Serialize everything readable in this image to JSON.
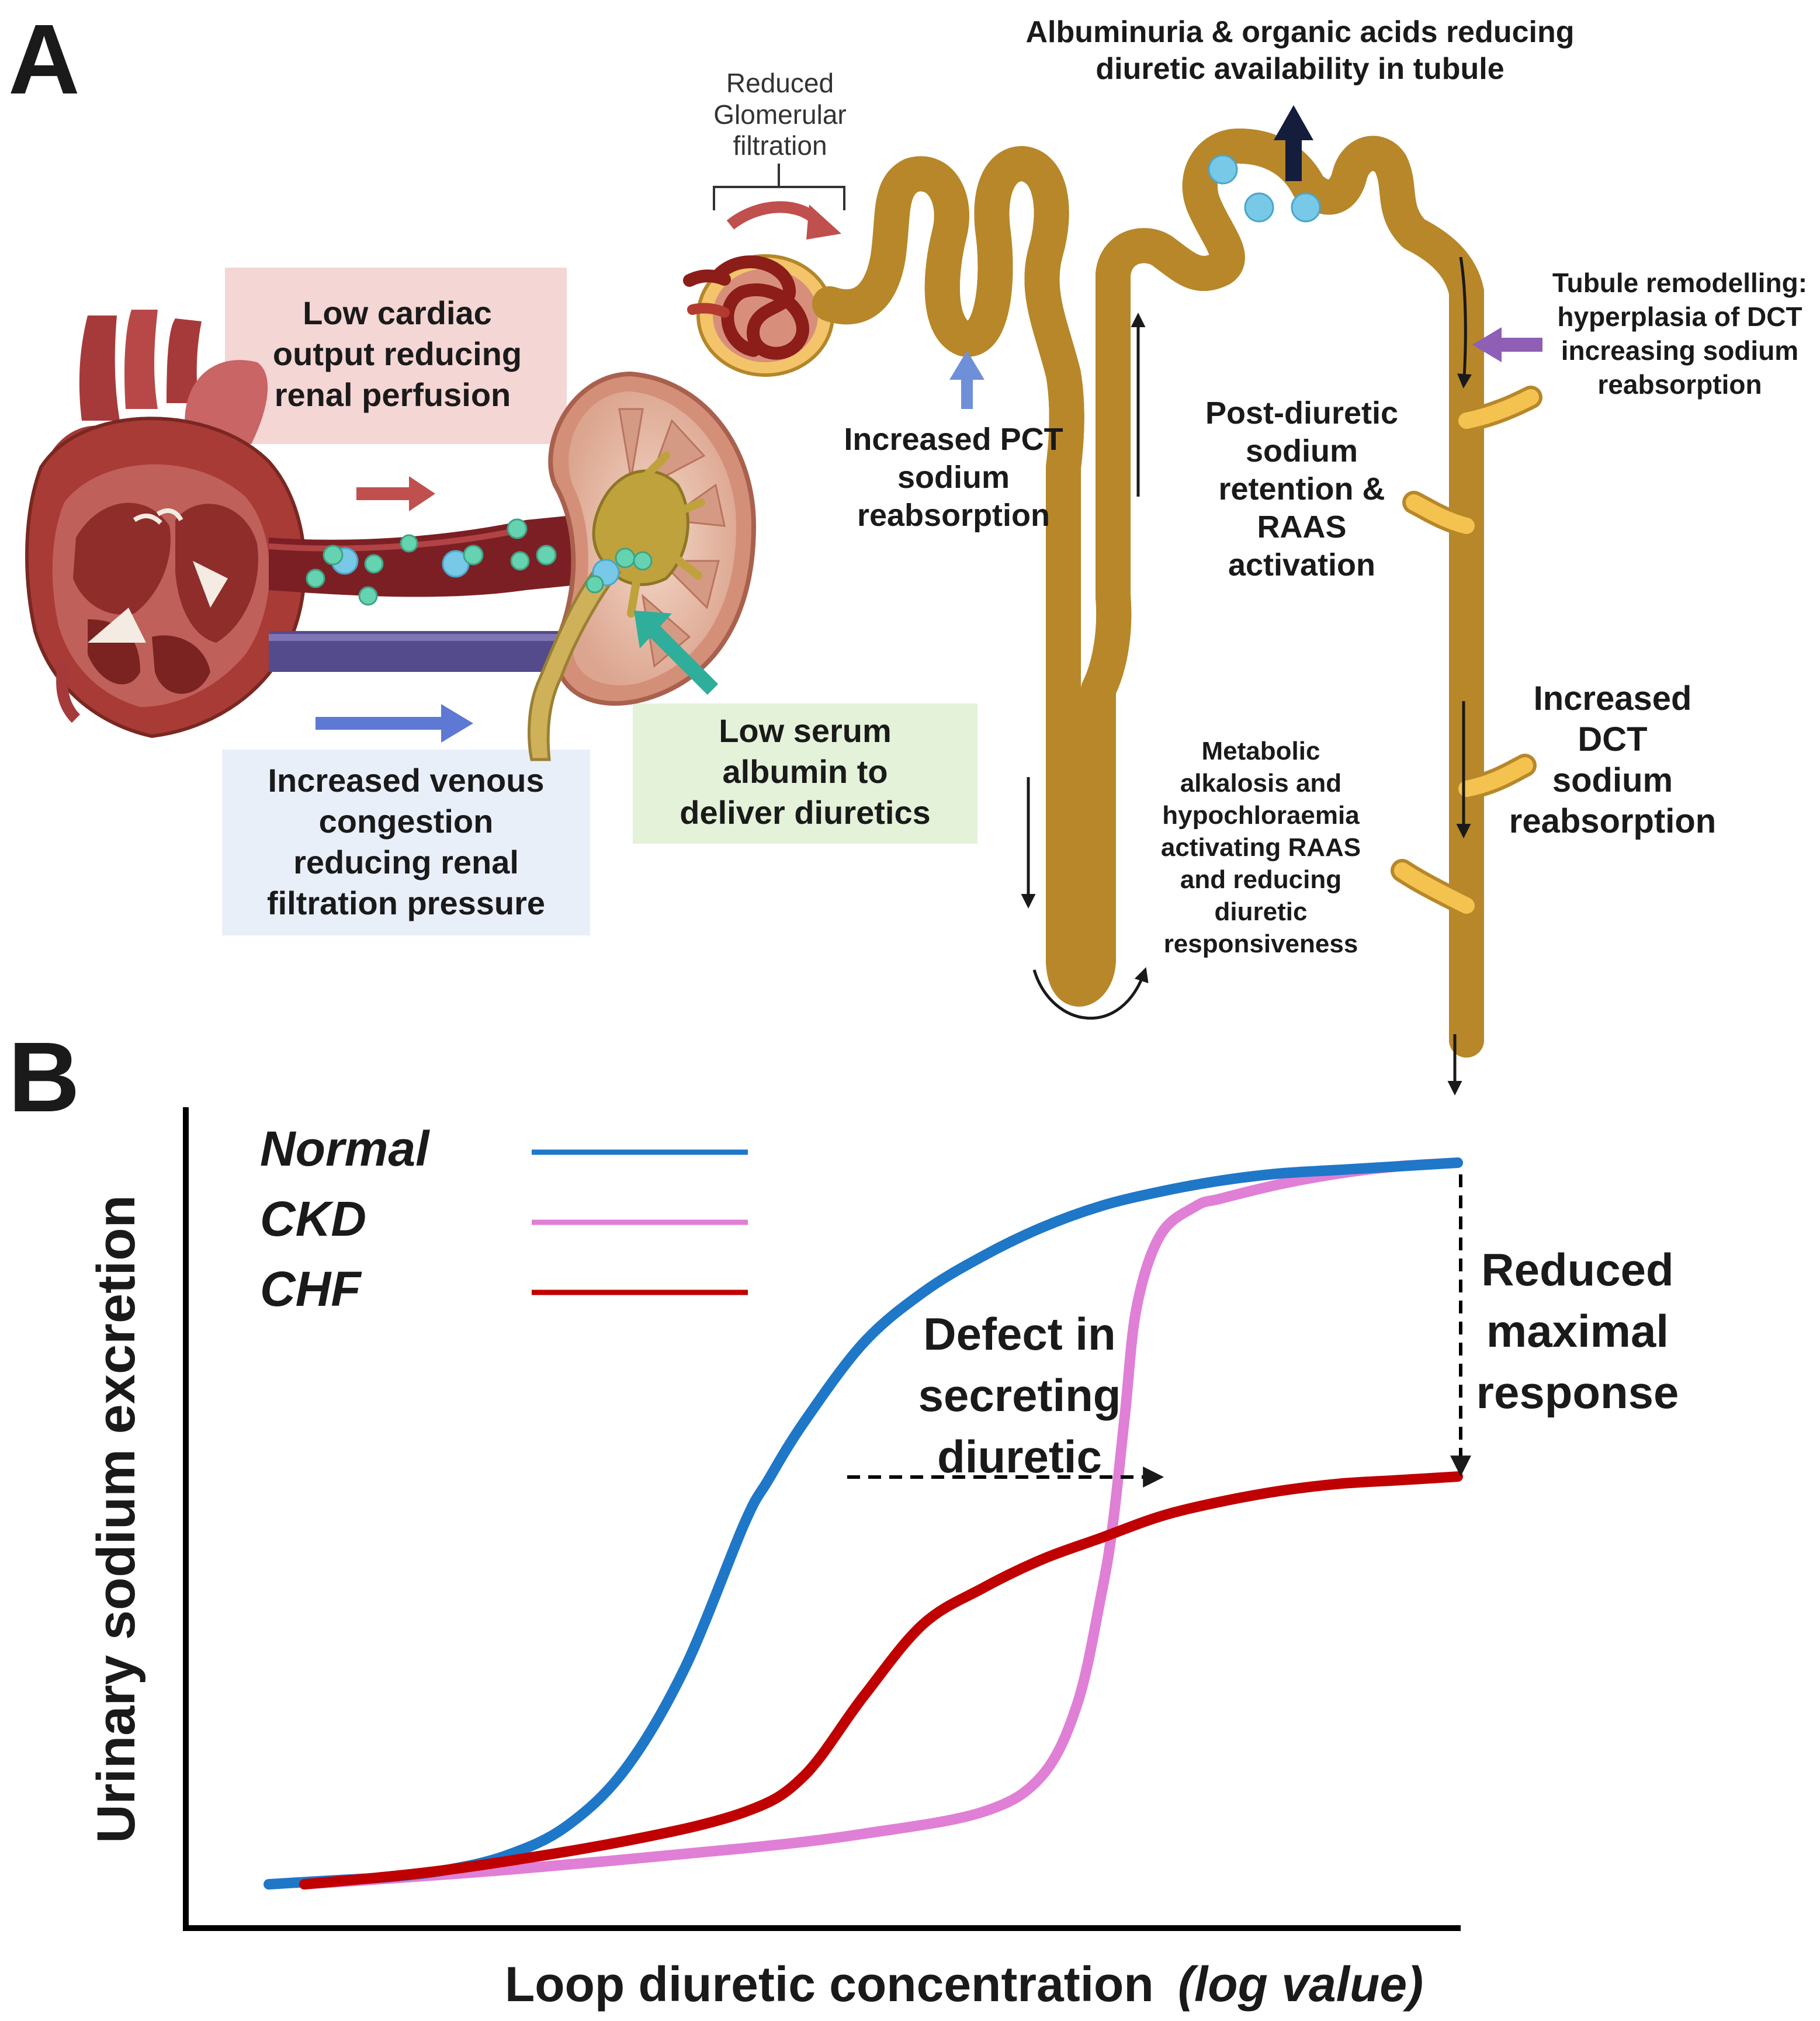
{
  "panel_a": {
    "panel_letter": "A",
    "glomerular": [
      "Reduced",
      "Glomerular",
      "filtration"
    ],
    "albuminuria": [
      "Albuminuria & organic acids reducing",
      "diuretic availability in tubule"
    ],
    "cardiac_output": [
      "Low cardiac",
      "output  reducing",
      "renal perfusion"
    ],
    "pct": [
      "Increased PCT",
      "sodium",
      "reabsorption"
    ],
    "post_diuretic": [
      "Post-diuretic",
      "sodium",
      "retention &",
      "RAAS",
      "activation"
    ],
    "tubule_remodelling": [
      "Tubule remodelling:",
      "hyperplasia of DCT",
      "increasing sodium",
      "reabsorption"
    ],
    "venous_congestion": [
      "Increased venous",
      "congestion",
      "reducing renal",
      "filtration pressure"
    ],
    "serum_albumin": [
      "Low serum",
      "albumin to",
      "deliver diuretics"
    ],
    "metabolic_alkalosis": [
      "Metabolic",
      "alkalosis and",
      "hypochloraemia",
      "activating RAAS",
      "and reducing",
      "diuretic",
      "responsiveness"
    ],
    "dct": [
      "Increased",
      "DCT",
      "sodium",
      "reabsorption"
    ]
  },
  "panel_b": {
    "panel_letter": "B",
    "defect_annotation": [
      "Defect in",
      "secreting",
      "diuretic"
    ],
    "reduced_annotation": [
      "Reduced",
      "maximal",
      "response"
    ],
    "colors": {
      "Normal": "#1f77c8",
      "CKD": "#e07fd6",
      "CHF": "#c00000"
    }
  },
  "chart_data": {
    "type": "line",
    "title": "",
    "xlabel": "Loop diuretic concentration",
    "xlabel_suffix": "(log value)",
    "ylabel": "Urinary sodium excretion",
    "xlim": [
      0,
      1
    ],
    "ylim": [
      0,
      1
    ],
    "legend_position": "top-left",
    "series": [
      {
        "name": "Normal",
        "x": [
          0.0,
          0.05,
          0.1,
          0.15,
          0.2,
          0.25,
          0.3,
          0.35,
          0.4,
          0.42,
          0.45,
          0.5,
          0.55,
          0.6,
          0.65,
          0.7,
          0.75,
          0.8,
          0.85,
          0.9,
          0.95,
          1.0
        ],
        "y": [
          0.0,
          0.005,
          0.01,
          0.02,
          0.04,
          0.08,
          0.16,
          0.3,
          0.5,
          0.56,
          0.64,
          0.75,
          0.82,
          0.87,
          0.91,
          0.94,
          0.96,
          0.975,
          0.985,
          0.99,
          0.995,
          1.0
        ]
      },
      {
        "name": "CKD",
        "x": [
          0.03,
          0.2,
          0.4,
          0.5,
          0.6,
          0.65,
          0.68,
          0.7,
          0.71,
          0.72,
          0.73,
          0.75,
          0.78,
          0.8,
          0.85,
          0.9,
          0.95,
          1.0
        ],
        "y": [
          0.0,
          0.02,
          0.05,
          0.07,
          0.1,
          0.15,
          0.25,
          0.4,
          0.5,
          0.65,
          0.8,
          0.9,
          0.94,
          0.95,
          0.97,
          0.985,
          0.995,
          1.0
        ],
        "note": "x dense near steep rise"
      },
      {
        "name": "CHF",
        "x": [
          0.03,
          0.15,
          0.3,
          0.4,
          0.45,
          0.5,
          0.55,
          0.6,
          0.65,
          0.7,
          0.75,
          0.8,
          0.85,
          0.9,
          0.95,
          1.0
        ],
        "y": [
          0.0,
          0.02,
          0.06,
          0.1,
          0.15,
          0.26,
          0.36,
          0.41,
          0.45,
          0.48,
          0.51,
          0.53,
          0.545,
          0.555,
          0.56,
          0.565
        ]
      }
    ]
  }
}
